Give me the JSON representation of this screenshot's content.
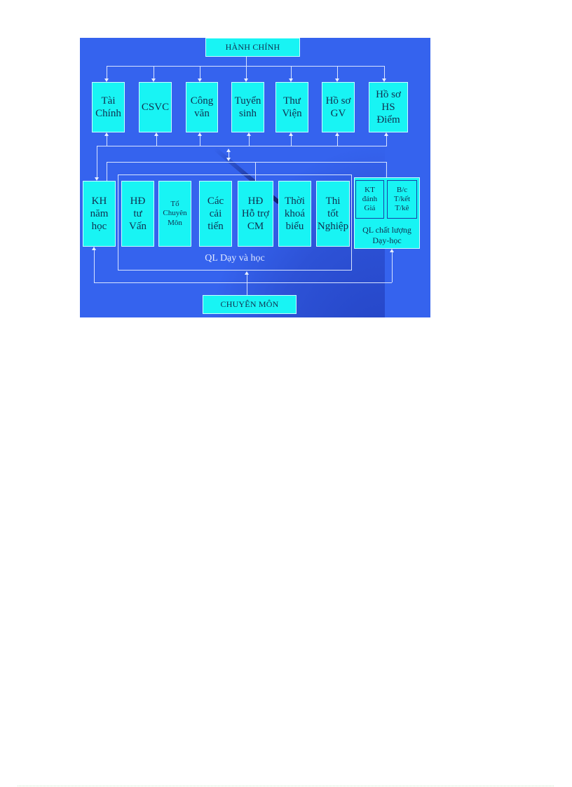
{
  "diagram": {
    "colors": {
      "background": "#3563ee",
      "box_fill": "#18f4f4",
      "box_text": "#103050",
      "connector": "#d8e4ff"
    },
    "top_header": {
      "label": "HÀNH CHÍNH"
    },
    "admin_units": [
      {
        "label": "Tài\nChính"
      },
      {
        "label": "CSVC"
      },
      {
        "label": "Công\nvăn"
      },
      {
        "label": "Tuyển\nsinh"
      },
      {
        "label": "Thư\nViện"
      },
      {
        "label": "Hồ sơ\nGV"
      },
      {
        "label": "Hồ sơ\nHS\nĐiểm"
      }
    ],
    "academic_units": [
      {
        "label": "KH\nnăm\nhọc"
      },
      {
        "label": "HĐ\ntư\nVấn"
      },
      {
        "label": "Tổ\nChuyên\nMôn"
      },
      {
        "label": "Các\ncải\ntiến"
      },
      {
        "label": "HĐ\nHỗ trợ\nCM"
      },
      {
        "label": "Thời\nkhoá\nbiểu"
      },
      {
        "label": "Thi\ntốt\nNghiệp"
      }
    ],
    "teaching_group": {
      "label": "QL Dạy và học"
    },
    "quality_group": {
      "label": "QL chất lượng\nDạy-học",
      "items": [
        {
          "label": "KT\nđánh\nGiá"
        },
        {
          "label": "B/c\nT/kết\nT/kê"
        }
      ]
    },
    "bottom_header": {
      "label": "CHUYÊN MÔN"
    }
  }
}
